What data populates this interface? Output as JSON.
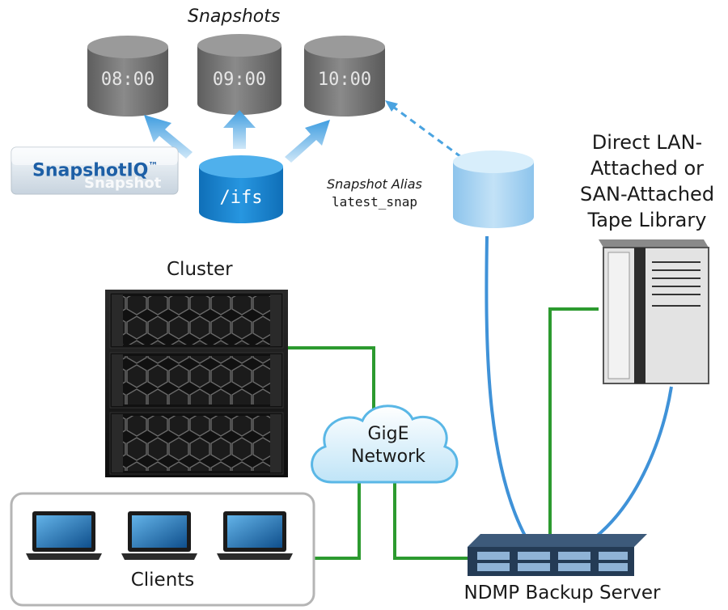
{
  "snapshots": {
    "title": "Snapshots",
    "times": [
      "08:00",
      "09:00",
      "10:00"
    ]
  },
  "product": {
    "name": "SnapshotIQ",
    "trademark": "™",
    "ghost_text": "Snapshot"
  },
  "filesystem": {
    "label": "/ifs"
  },
  "alias": {
    "title": "Snapshot Alias",
    "name": "latest_snap"
  },
  "cluster": {
    "label": "Cluster"
  },
  "network": {
    "line1": "GigE",
    "line2": "Network"
  },
  "clients": {
    "label": "Clients"
  },
  "tape": {
    "lines": [
      "Direct LAN-",
      "Attached or",
      "SAN-Attached",
      "Tape Library"
    ]
  },
  "server": {
    "label": "NDMP Backup Server"
  },
  "colors": {
    "snapshot_gray": "#7d7d7d",
    "ifs_blue": "#1f88d4",
    "alias_blue": "#a9d4f2",
    "arrow_blue": "#4aa3e0",
    "green_link": "#2c9a2f",
    "blue_link": "#3f92d8"
  }
}
